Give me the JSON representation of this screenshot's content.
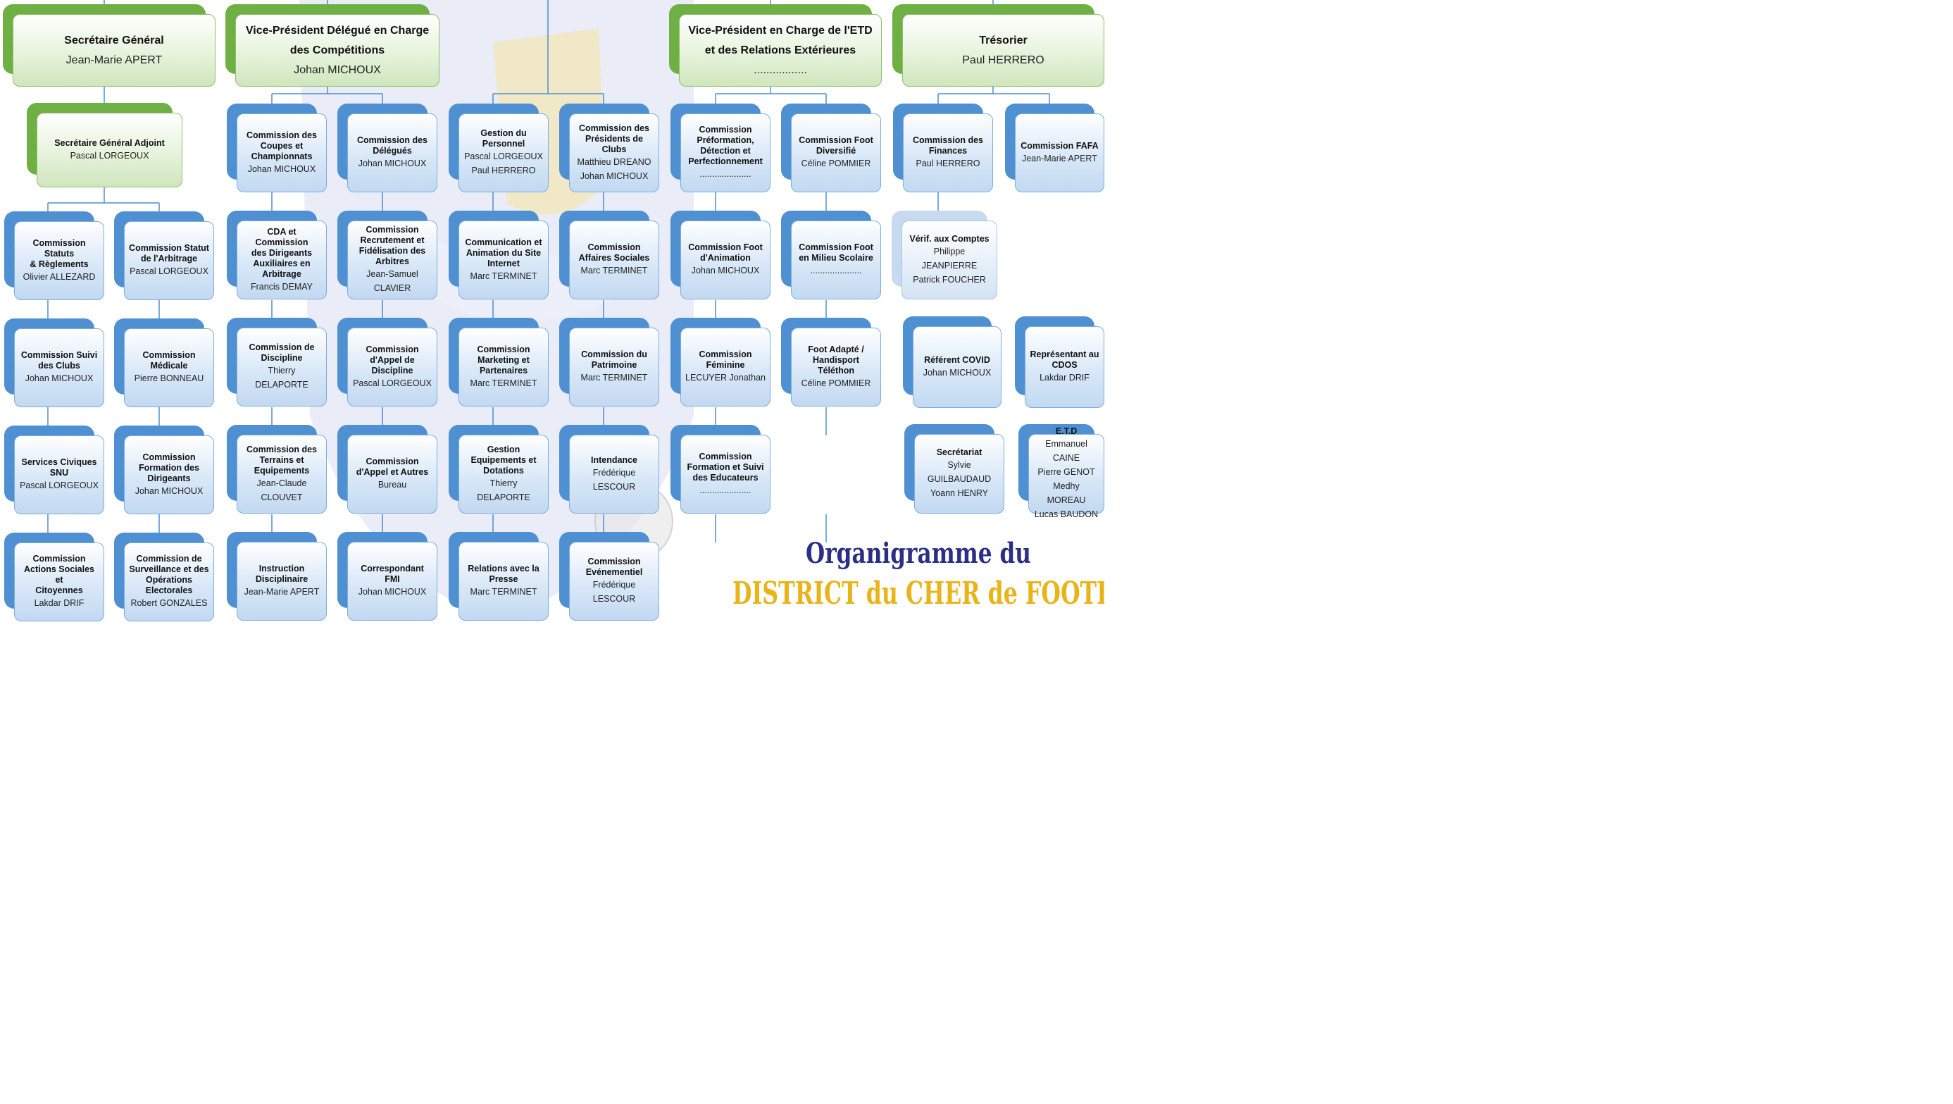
{
  "colors": {
    "blue_box": "#4f90d2",
    "green_box": "#6eb043",
    "connector": "#4a8fd0",
    "title_navy": "#2b2f86",
    "title_gold": "#e8b418"
  },
  "title": {
    "line1": "Organigramme du",
    "line2": "DISTRICT du CHER de FOOTBALL"
  },
  "top_boxes": [
    {
      "title_lines": [
        "Secrétaire Général"
      ],
      "names": [
        "Jean-Marie APERT"
      ]
    },
    {
      "title_lines": [
        "Vice-Président Délégué en Charge",
        "des Compétitions"
      ],
      "names": [
        "Johan MICHOUX"
      ]
    },
    {
      "title_lines": [
        "Vice-Président en Charge de l'ETD",
        "et des Relations Extérieures"
      ],
      "names": [
        "................."
      ]
    },
    {
      "title_lines": [
        "Trésorier"
      ],
      "names": [
        "Paul HERRERO"
      ]
    }
  ],
  "adjoint": {
    "title_lines": [
      "Secrétaire Général Adjoint"
    ],
    "names": [
      "Pascal LORGEOUX"
    ]
  },
  "commissions": [
    {
      "title_lines": [
        "Commission Statuts",
        "& Règlements"
      ],
      "names": [
        "Olivier ALLEZARD"
      ]
    },
    {
      "title_lines": [
        "Commission Statut",
        "de l'Arbitrage"
      ],
      "names": [
        "Pascal LORGEOUX"
      ]
    },
    {
      "title_lines": [
        "Commission Suivi",
        "des Clubs"
      ],
      "names": [
        "Johan MICHOUX"
      ]
    },
    {
      "title_lines": [
        "Commission",
        "Médicale"
      ],
      "names": [
        "Pierre BONNEAU"
      ]
    },
    {
      "title_lines": [
        "Services Civiques",
        "SNU"
      ],
      "names": [
        "Pascal LORGEOUX"
      ]
    },
    {
      "title_lines": [
        "Commission",
        "Formation des",
        "Dirigeants"
      ],
      "names": [
        "Johan MICHOUX"
      ]
    },
    {
      "title_lines": [
        "Commission",
        "Actions Sociales et",
        "Citoyennes"
      ],
      "names": [
        "Lakdar DRIF"
      ]
    },
    {
      "title_lines": [
        "Commission de",
        "Surveillance et des",
        "Opérations",
        "Electorales"
      ],
      "names": [
        "Robert GONZALES"
      ]
    },
    {
      "title_lines": [
        "Commission des",
        "Coupes et",
        "Championnats"
      ],
      "names": [
        "Johan MICHOUX"
      ]
    },
    {
      "title_lines": [
        "Commission des",
        "Délégués"
      ],
      "names": [
        "Johan MICHOUX"
      ]
    },
    {
      "title_lines": [
        "CDA et Commission",
        "des Dirigeants",
        "Auxiliaires en",
        "Arbitrage"
      ],
      "names": [
        "Francis DEMAY"
      ]
    },
    {
      "title_lines": [
        "Commission",
        "Recrutement et",
        "Fidélisation des",
        "Arbitres"
      ],
      "names": [
        "Jean-Samuel",
        "CLAVIER"
      ]
    },
    {
      "title_lines": [
        "Commission de",
        "Discipline"
      ],
      "names": [
        "Thierry DELAPORTE"
      ]
    },
    {
      "title_lines": [
        "Commission",
        "d'Appel de",
        "Discipline"
      ],
      "names": [
        "Pascal LORGEOUX"
      ]
    },
    {
      "title_lines": [
        "Commission des",
        "Terrains et",
        "Equipements"
      ],
      "names": [
        "Jean-Claude",
        "CLOUVET"
      ]
    },
    {
      "title_lines": [
        "Commission",
        "d'Appel et Autres"
      ],
      "names": [
        "Bureau"
      ]
    },
    {
      "title_lines": [
        "Instruction",
        "Disciplinaire"
      ],
      "names": [
        "Jean-Marie APERT"
      ]
    },
    {
      "title_lines": [
        "Correspondant FMI"
      ],
      "names": [
        "Johan MICHOUX"
      ]
    },
    {
      "title_lines": [
        "Gestion du",
        "Personnel"
      ],
      "names": [
        "Pascal LORGEOUX",
        "Paul HERRERO"
      ]
    },
    {
      "title_lines": [
        "Commission des",
        "Présidents de",
        "Clubs"
      ],
      "names": [
        "Matthieu DREANO",
        "Johan MICHOUX"
      ]
    },
    {
      "title_lines": [
        "Communication et",
        "Animation du Site",
        "Internet"
      ],
      "names": [
        "Marc TERMINET"
      ]
    },
    {
      "title_lines": [
        "Commission",
        "Affaires Sociales"
      ],
      "names": [
        "Marc TERMINET"
      ]
    },
    {
      "title_lines": [
        "Commission",
        "Marketing et",
        "Partenaires"
      ],
      "names": [
        "Marc TERMINET"
      ]
    },
    {
      "title_lines": [
        "Commission du",
        "Patrimoine"
      ],
      "names": [
        "Marc TERMINET"
      ]
    },
    {
      "title_lines": [
        "Gestion",
        "Equipements et",
        "Dotations"
      ],
      "names": [
        "Thierry DELAPORTE"
      ]
    },
    {
      "title_lines": [
        "Intendance"
      ],
      "names": [
        "Frédérique",
        "LESCOUR"
      ]
    },
    {
      "title_lines": [
        "Relations avec la",
        "Presse"
      ],
      "names": [
        "Marc TERMINET"
      ]
    },
    {
      "title_lines": [
        "Commission",
        "Evénementiel"
      ],
      "names": [
        "Frédérique",
        "LESCOUR"
      ]
    },
    {
      "title_lines": [
        "Commission",
        "Préformation,",
        "Détection et",
        "Perfectionnement"
      ],
      "names": [
        "....................."
      ]
    },
    {
      "title_lines": [
        "Commission Foot",
        "Diversifié"
      ],
      "names": [
        "Céline POMMIER"
      ]
    },
    {
      "title_lines": [
        "Commission Foot",
        "d'Animation"
      ],
      "names": [
        "Johan MICHOUX"
      ]
    },
    {
      "title_lines": [
        "Commission Foot",
        "en Milieu Scolaire"
      ],
      "names": [
        "....................."
      ]
    },
    {
      "title_lines": [
        "Commission",
        "Féminine"
      ],
      "names": [
        "LECUYER Jonathan"
      ]
    },
    {
      "title_lines": [
        "Foot Adapté /",
        "Handisport",
        "Téléthon"
      ],
      "names": [
        "Céline POMMIER"
      ]
    },
    {
      "title_lines": [
        "Commission",
        "Formation et Suivi",
        "des Educateurs"
      ],
      "names": [
        "....................."
      ]
    },
    {
      "title_lines": [
        "Commission des",
        "Finances"
      ],
      "names": [
        "Paul HERRERO"
      ]
    },
    {
      "title_lines": [
        "Commission FAFA"
      ],
      "names": [
        "Jean-Marie APERT"
      ]
    },
    {
      "title_lines": [
        "Vérif. aux Comptes"
      ],
      "names": [
        "Philippe JEANPIERRE",
        "Patrick FOUCHER"
      ]
    },
    {
      "title_lines": [
        "Référent COVID"
      ],
      "names": [
        "Johan MICHOUX"
      ]
    },
    {
      "title_lines": [
        "Représentant au",
        "CDOS"
      ],
      "names": [
        "Lakdar DRIF"
      ]
    },
    {
      "title_lines": [
        "Secrétariat"
      ],
      "names": [
        "Sylvie",
        "GUILBAUDAUD",
        "Yoann HENRY"
      ]
    },
    {
      "title_lines": [
        "E.T.D"
      ],
      "names": [
        "Emmanuel CAINE",
        "Pierre GENOT",
        "Medhy MOREAU",
        "Lucas BAUDON"
      ]
    }
  ]
}
